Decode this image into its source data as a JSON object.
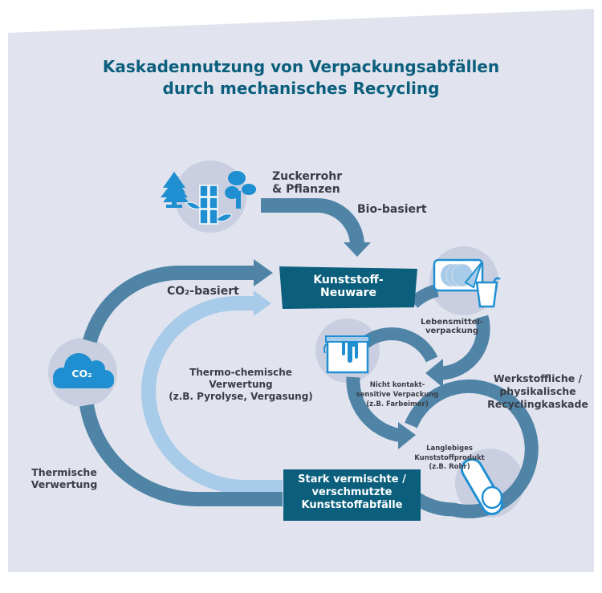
{
  "title": {
    "line1": "Kaskadennutzung von Verpackungsabfällen",
    "line2": "durch mechanisches Recycling"
  },
  "colors": {
    "background_panel": "#e1e4ee",
    "title": "#0b5f7d",
    "box_fill": "#0b5f7d",
    "arrow_dark": "#4f84a6",
    "arrow_light": "#a7cbe8",
    "icon_blue": "#1f8fd1",
    "icon_circle": "#c9cfe0",
    "label_text": "#3a3d45"
  },
  "nodes": {
    "plants": {
      "icon": "trees-bamboo-icon",
      "label_line1": "Zuckerrohr",
      "label_line2": "& Pflanzen"
    },
    "co2": {
      "icon": "cloud-icon",
      "label": "CO₂"
    },
    "virgin_plastic": {
      "line1": "Kunststoff-",
      "line2": "Neuware"
    },
    "food_packaging": {
      "icon": "food-tray-cup-icon",
      "line1": "Lebensmittel-",
      "line2": "verpackung"
    },
    "non_contact_packaging": {
      "icon": "paint-bucket-icon",
      "line1": "Nicht kontakt-",
      "line2": "sensitive Verpackung",
      "line3": "(z.B. Farbeimer)"
    },
    "durable_product": {
      "icon": "pipe-icon",
      "line1": "Langlebiges",
      "line2": "Kunststoffprodukt",
      "line3": "(z.B. Rohr)"
    },
    "mixed_waste": {
      "line1": "Stark vermischte /",
      "line2": "verschmutzte",
      "line3": "Kunststoffabfälle"
    }
  },
  "flows": {
    "bio": "Bio-basiert",
    "co2_based": "CO₂-basiert",
    "thermo_chemical": {
      "line1": "Thermo-chemische",
      "line2": "Verwertung",
      "line3": "(z.B. Pyrolyse, Vergasung)"
    },
    "thermal": {
      "line1": "Thermische",
      "line2": "Verwertung"
    },
    "cascade": {
      "line1": "Werkstoffliche /",
      "line2": "physikalische",
      "line3": "Recyclingkaskade"
    }
  }
}
